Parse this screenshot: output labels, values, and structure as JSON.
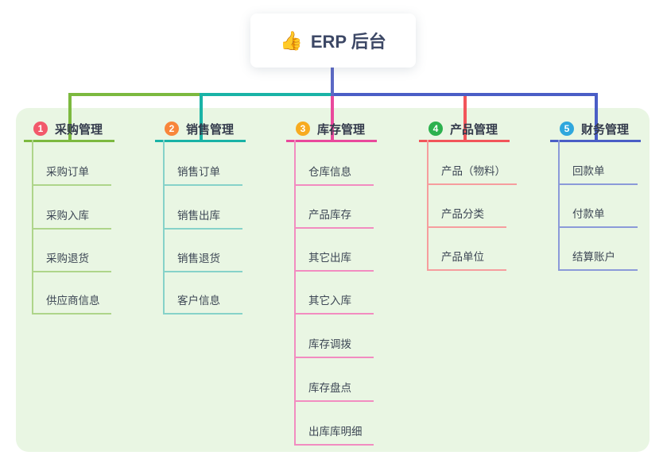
{
  "root": {
    "icon": "👍",
    "title": "ERP 后台"
  },
  "branches": [
    {
      "number": "1",
      "title": "采购管理",
      "badge_color": "#f2596b",
      "line_color": "#7cb93f",
      "light_color": "#aed58a",
      "children": [
        "采购订单",
        "采购入库",
        "采购退货",
        "供应商信息"
      ]
    },
    {
      "number": "2",
      "title": "销售管理",
      "badge_color": "#f8863b",
      "line_color": "#19b3a6",
      "light_color": "#86d2c9",
      "children": [
        "销售订单",
        "销售出库",
        "销售退货",
        "客户信息"
      ]
    },
    {
      "number": "3",
      "title": "库存管理",
      "badge_color": "#f7ab20",
      "line_color": "#e9499c",
      "light_color": "#f28cc0",
      "children": [
        "仓库信息",
        "产品库存",
        "其它出库",
        "其它入库",
        "库存调拨",
        "库存盘点",
        "出库库明细"
      ]
    },
    {
      "number": "4",
      "title": "产品管理",
      "badge_color": "#2cb14e",
      "line_color": "#f2555a",
      "light_color": "#f69d9e",
      "children": [
        "产品（物料）",
        "产品分类",
        "产品单位"
      ]
    },
    {
      "number": "5",
      "title": "财务管理",
      "badge_color": "#2fa7dd",
      "line_color": "#4a5ec6",
      "light_color": "#8b9ad9",
      "children": [
        "回款单",
        "付款单",
        "结算账户"
      ]
    }
  ],
  "theme": {
    "panel_color": "#e9f6e3",
    "root_line_color": "#5b68c5"
  }
}
